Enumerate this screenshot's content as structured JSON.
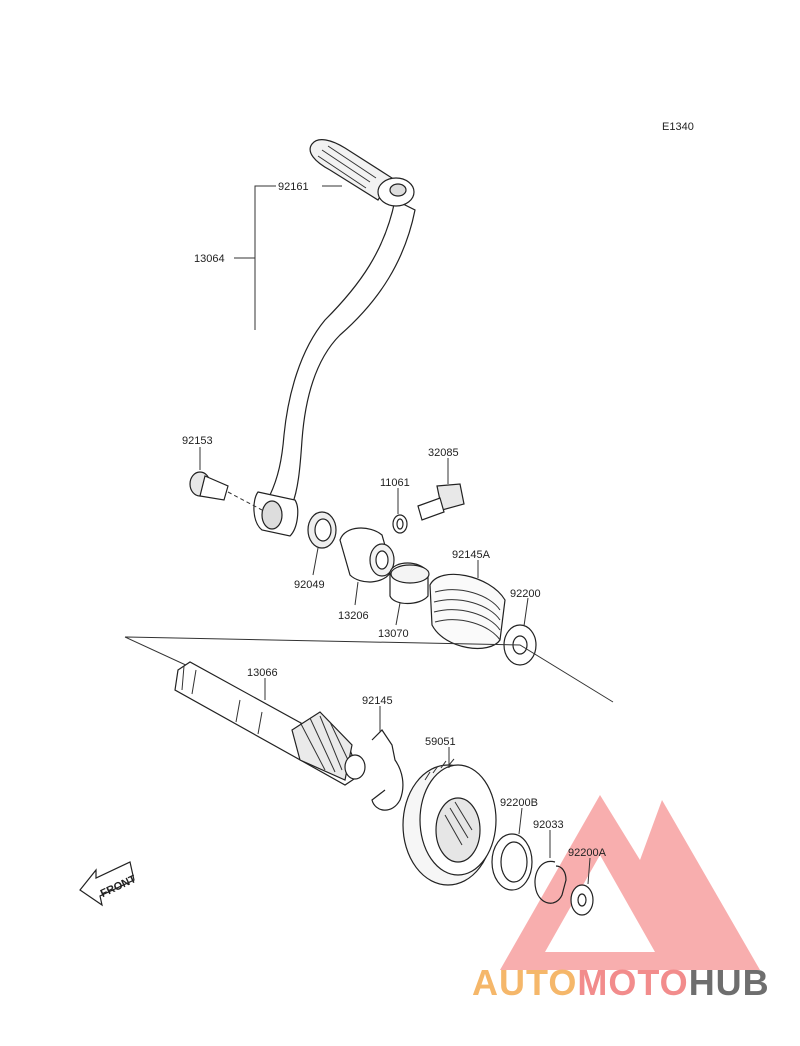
{
  "diagram_code": "E1340",
  "front_label": "FRONT",
  "watermark": {
    "part1": "AUTO",
    "part2": "MOTO",
    "part3": "HUB",
    "colors": {
      "auto": "#f5b76a",
      "moto": "#f28c8c",
      "hub": "#6e6e6e",
      "triangle": "#f26b6b"
    }
  },
  "parts": {
    "p92161": "92161",
    "p13064": "13064",
    "p92153": "92153",
    "p32085": "32085",
    "p11061": "11061",
    "p92145A": "92145A",
    "p92049": "92049",
    "p13206": "13206",
    "p13070": "13070",
    "p92200": "92200",
    "p13066": "13066",
    "p92145": "92145",
    "p59051": "59051",
    "p92200B": "92200B",
    "p92033": "92033",
    "p92200A": "92200A"
  }
}
